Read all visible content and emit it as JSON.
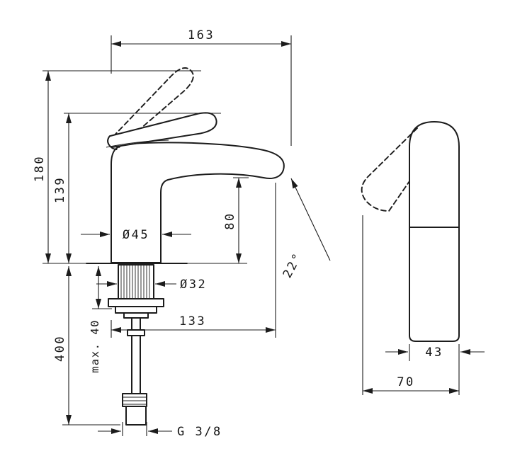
{
  "colors": {
    "line": "#1c1c1c",
    "background": "#ffffff"
  },
  "front_view": {
    "dims": {
      "reach_overall": "163",
      "height_open": "180",
      "height_closed": "139",
      "outlet_clearance": "80",
      "body_diameter": "Ø45",
      "shank_diameter": "Ø32",
      "outlet_angle": "22°",
      "outlet_reach": "133",
      "install_depth": "400",
      "deck_thickness_max": "max. 40",
      "connection_thread": "G 3/8"
    }
  },
  "side_view": {
    "dims": {
      "body_depth": "43",
      "overall_depth": "70"
    }
  }
}
